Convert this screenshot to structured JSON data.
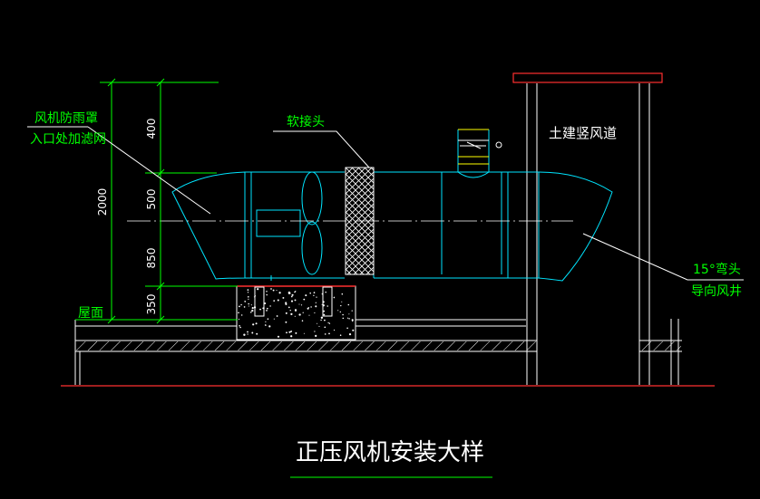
{
  "drawing": {
    "title": "正压风机安装大样",
    "labels": {
      "hood_line1": "风机防雨罩",
      "hood_line2": "入口处加滤网",
      "soft_joint": "软接头",
      "shaft": "土建竖风道",
      "elbow_line1": "15°弯头",
      "elbow_line2": "导向风井",
      "roof": "屋面"
    },
    "dimensions": {
      "d400": "400",
      "d500": "500",
      "d850": "850",
      "d350": "350",
      "total": "2000"
    },
    "colors": {
      "background": "#000000",
      "duct": "#00e5ff",
      "dimension": "#00ff00",
      "structure": "#ffffff",
      "red": "#ff3030",
      "yellow": "#ffff00",
      "leader": "#ffffff"
    }
  }
}
